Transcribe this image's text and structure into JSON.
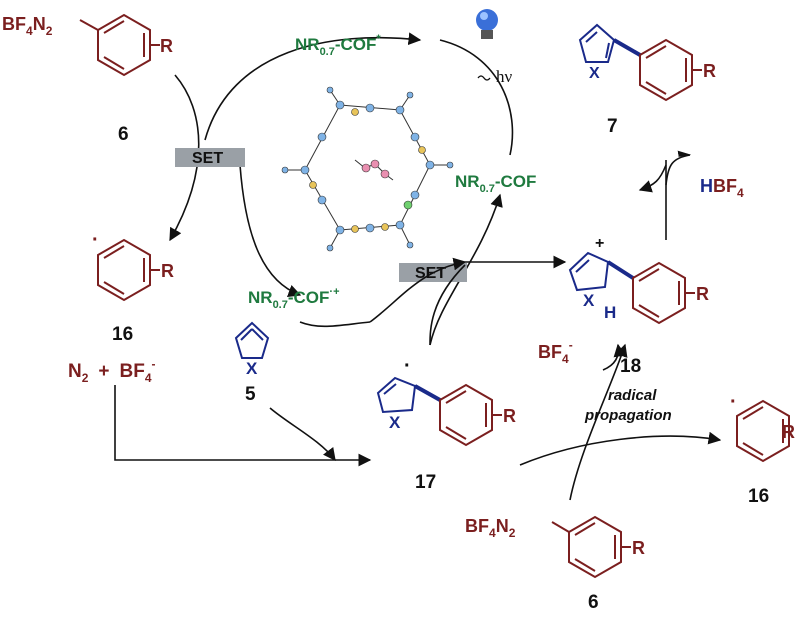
{
  "colors": {
    "reagent": "#7b1f1f",
    "catalyst": "#1f7a3f",
    "heterocycle": "#1a2a8a",
    "set_box": "#9aa0a6",
    "arrow": "#111111"
  },
  "top_left": {
    "substituent": "BF4N2",
    "sub_main": "BF",
    "sub_4": "4",
    "sub_n": "N",
    "sub_2": "2",
    "r": "R",
    "number": "6"
  },
  "radical_16": {
    "r": "R",
    "number": "16",
    "dot": "·"
  },
  "byproducts": {
    "n2": "N",
    "n2_sub": "2",
    "plus": "+",
    "bf4": "BF",
    "bf4_sub": "4",
    "bf4_sup": "-"
  },
  "heterocycle_5": {
    "x": "X",
    "number": "5"
  },
  "catalyst": {
    "excited": "NR",
    "excited_sub": "0.7",
    "excited_tail": "-COF",
    "excited_sup": "*",
    "ground": "NR",
    "ground_sub": "0.7",
    "ground_tail": "-COF",
    "radical_cation": "NR",
    "rc_sub": "0.7",
    "rc_tail": "-COF",
    "rc_sup": "·+"
  },
  "set_label": "SET",
  "hv": "hν",
  "product_7": {
    "x": "X",
    "r": "R",
    "number": "7"
  },
  "hbf4": {
    "h": "H",
    "bf": "BF",
    "sub": "4"
  },
  "intermediate_17": {
    "x": "X",
    "r": "R",
    "number": "17",
    "dot": "·"
  },
  "intermediate_18": {
    "x": "X",
    "h": "H",
    "r": "R",
    "number": "18",
    "plus": "+"
  },
  "bf4_minus": {
    "bf": "BF",
    "sub": "4",
    "sup": "-"
  },
  "propagation": {
    "line1": "radical",
    "line2": "propagation"
  },
  "bottom_right_16": {
    "r": "R",
    "number": "16",
    "dot": "·"
  },
  "bottom_6": {
    "sub_main": "BF",
    "sub_4": "4",
    "sub_n": "N",
    "sub_2": "2",
    "r": "R",
    "number": "6"
  },
  "icons": [
    "lightbulb-icon",
    "cof-structure-icon"
  ]
}
